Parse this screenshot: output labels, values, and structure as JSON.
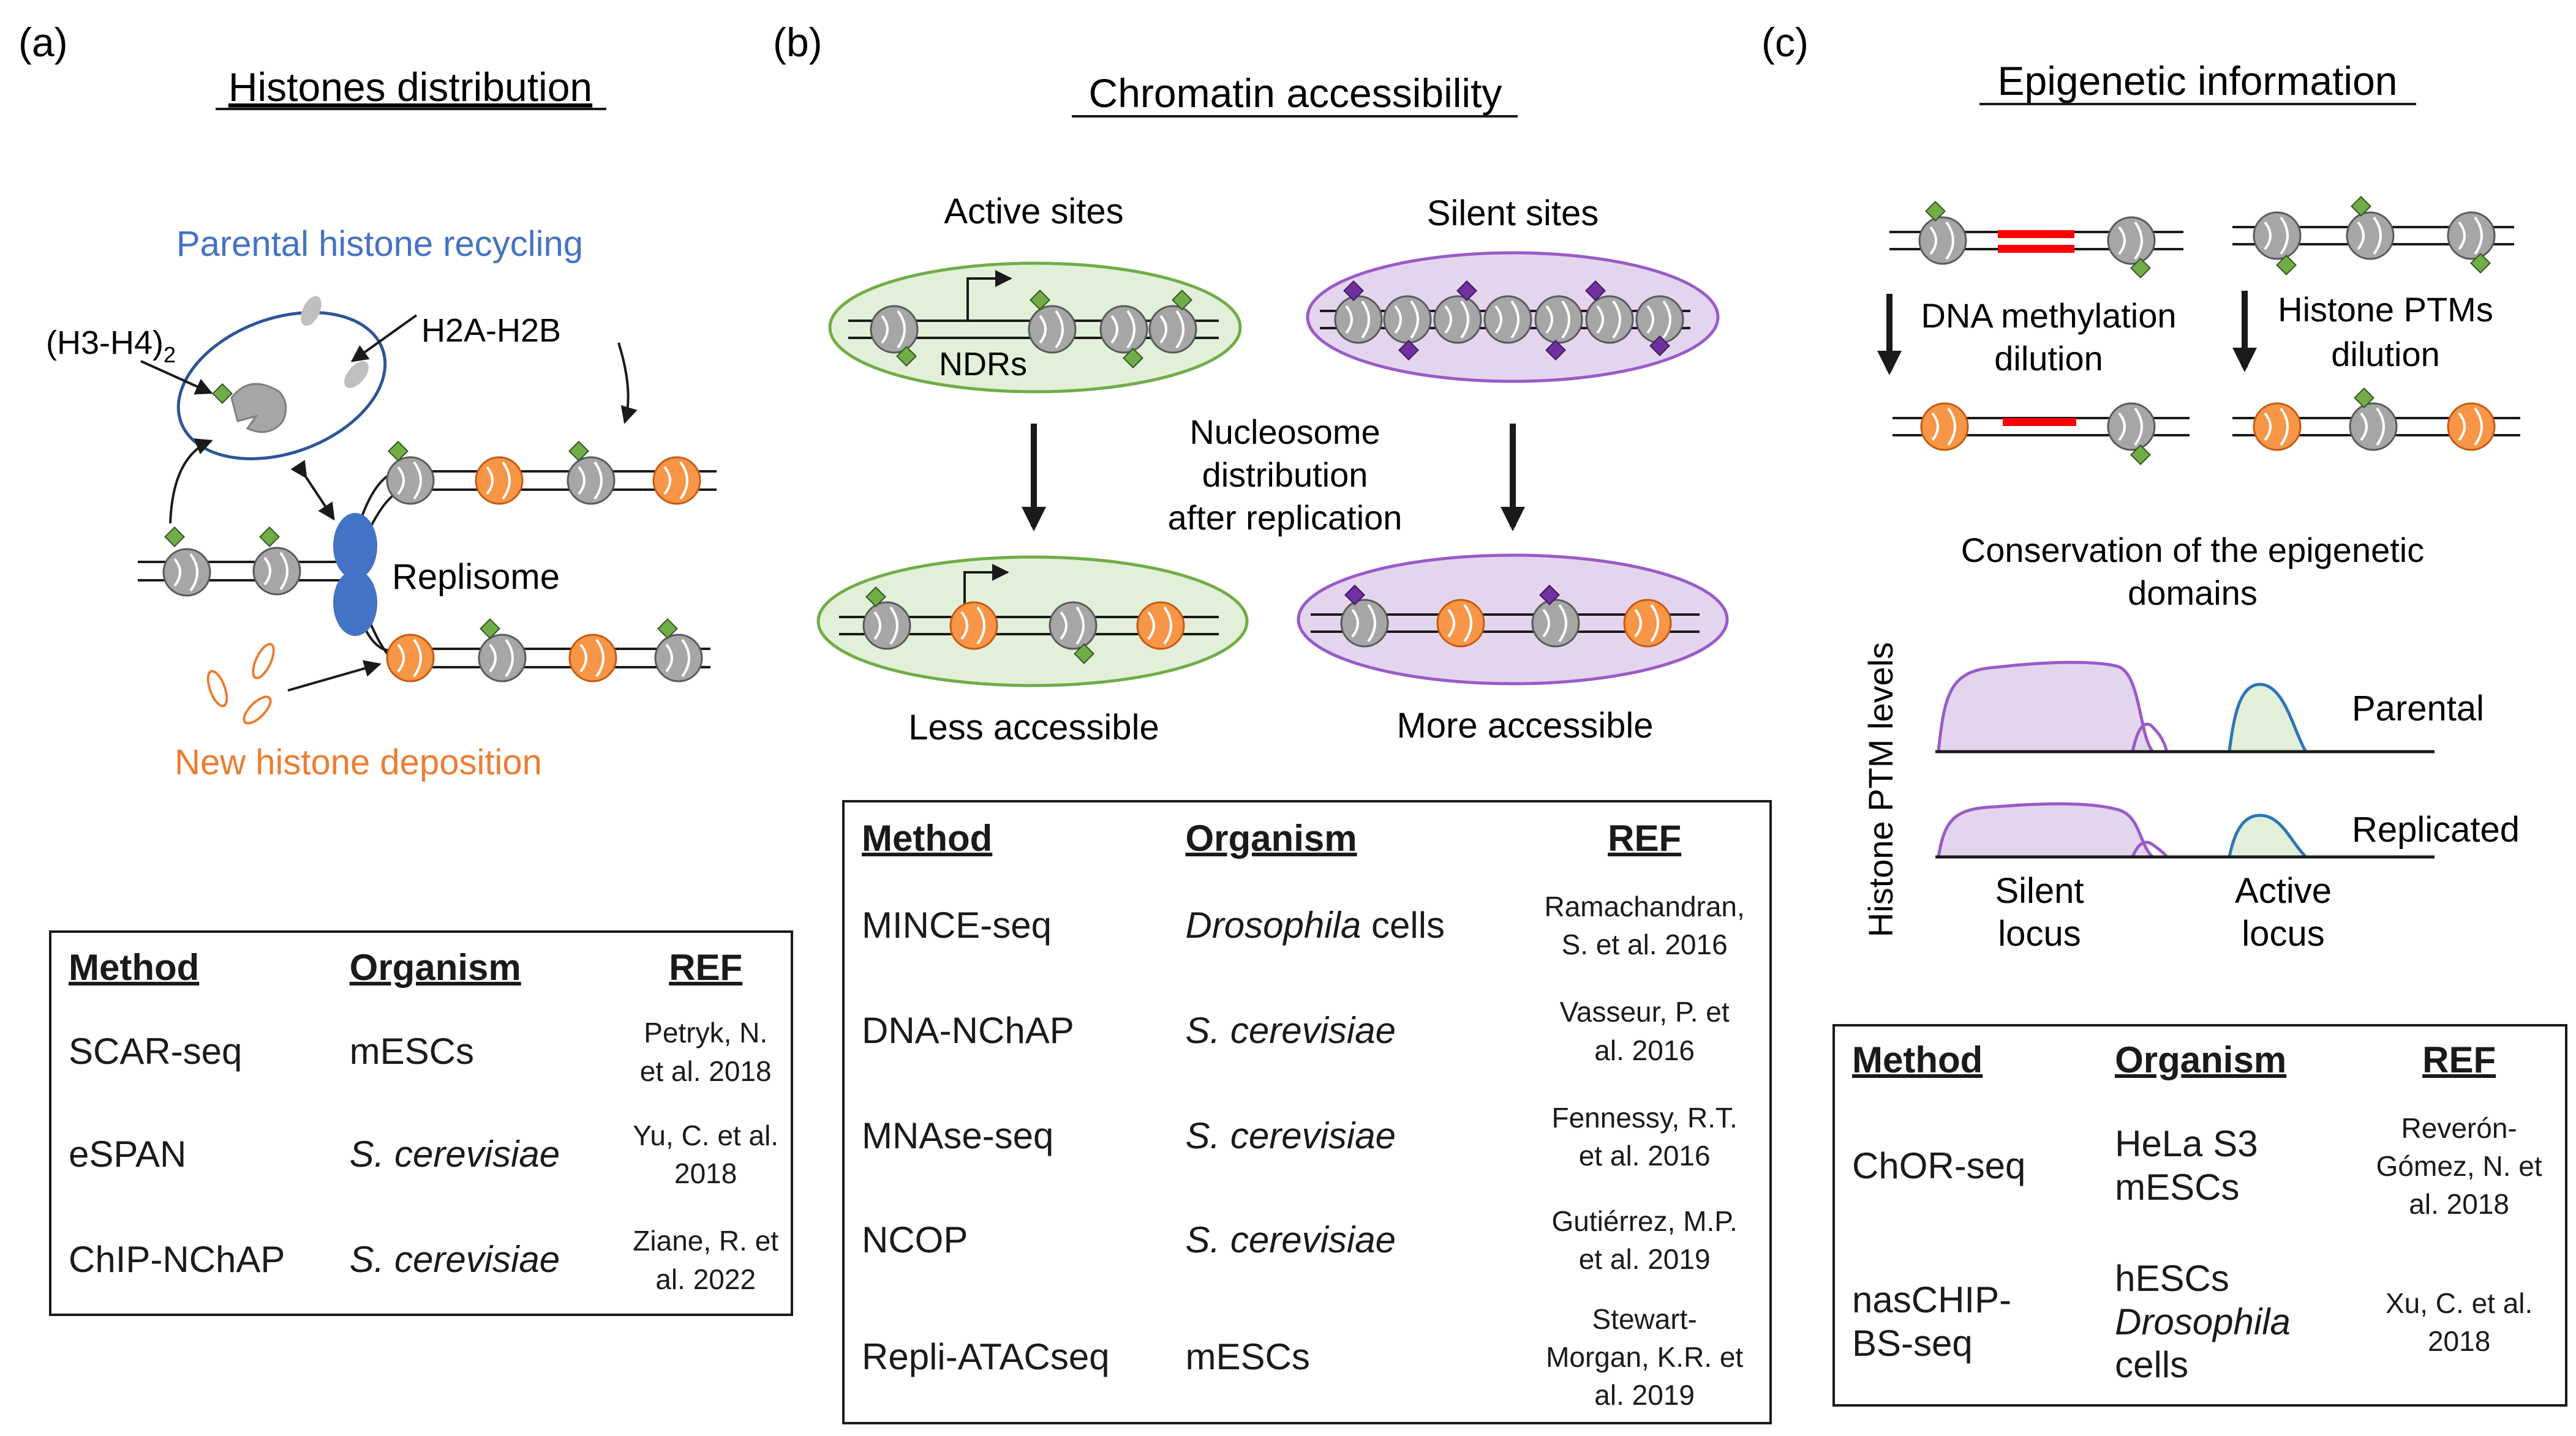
{
  "panels": {
    "a": {
      "letter": "(a)",
      "title": "Histones distribution",
      "labels": {
        "recycling": "Parental histone recycling",
        "h3h4": "(H3-H4)",
        "h3h4_sub": "2",
        "h2ah2b": "H2A-H2B",
        "replisome": "Replisome",
        "deposition": "New histone deposition"
      },
      "table": {
        "headers": [
          "Method",
          "Organism",
          "REF"
        ],
        "rows": [
          {
            "method": "SCAR-seq",
            "organism": "mESCs",
            "ref": [
              "Petryk, N.",
              "et al. 2018"
            ]
          },
          {
            "method": "eSPAN",
            "organism": "S. cerevisiae",
            "ref": [
              "Yu, C. et al.",
              "2018"
            ]
          },
          {
            "method": "ChIP-NChAP",
            "organism": "S. cerevisiae",
            "ref": [
              "Ziane, R. et",
              "al. 2022"
            ]
          }
        ]
      }
    },
    "b": {
      "letter": "(b)",
      "title": "Chromatin accessibility",
      "labels": {
        "active": "Active sites",
        "silent": "Silent sites",
        "ndrs": "NDRs",
        "nucleosome": [
          "Nucleosome",
          "distribution",
          "after replication"
        ],
        "less": "Less accessible",
        "more": "More accessible"
      },
      "table": {
        "headers": [
          "Method",
          "Organism",
          "REF"
        ],
        "rows": [
          {
            "method": "MINCE-seq",
            "organism_it": "Drosophila",
            "organism_rest": " cells",
            "ref": [
              "Ramachandran,",
              "S. et al. 2016"
            ]
          },
          {
            "method": "DNA-NChAP",
            "organism_it": "S. cerevisiae",
            "organism_rest": "",
            "ref": [
              "Vasseur, P. et",
              "al. 2016"
            ]
          },
          {
            "method": "MNAse-seq",
            "organism_it": "S. cerevisiae",
            "organism_rest": "",
            "ref": [
              "Fennessy, R.T.",
              "et al. 2016"
            ]
          },
          {
            "method": "NCOP",
            "organism_it": "S. cerevisiae",
            "organism_rest": "",
            "ref": [
              "Gutiérrez, M.P.",
              "et al. 2019"
            ]
          },
          {
            "method": "Repli-ATACseq",
            "organism_it": "",
            "organism_rest": "mESCs",
            "ref": [
              "Stewart-",
              "Morgan, K.R. et",
              "al. 2019"
            ]
          }
        ]
      }
    },
    "c": {
      "letter": "(c)",
      "title": "Epigenetic information",
      "labels": {
        "dna_meth": [
          "DNA methylation",
          "dilution"
        ],
        "ptm_dil": [
          "Histone PTMs",
          "dilution"
        ],
        "conservation": [
          "Conservation of the epigenetic",
          "domains"
        ],
        "yaxis": "Histone PTM levels",
        "parental": "Parental",
        "replicated": "Replicated",
        "silent_locus": [
          "Silent",
          "locus"
        ],
        "active_locus": [
          "Active",
          "locus"
        ]
      },
      "table": {
        "headers": [
          "Method",
          "Organism",
          "REF"
        ],
        "rows": [
          {
            "method": [
              "ChOR-seq"
            ],
            "organism": [
              "HeLa S3",
              "mESCs"
            ],
            "ref": [
              "Reverón-",
              "Gómez, N. et",
              "al. 2018"
            ]
          },
          {
            "method": [
              "nasCHIP-",
              "BS-seq"
            ],
            "organism": [
              "hESCs",
              "Drosophila",
              "cells"
            ],
            "ref": [
              "Xu, C. et al.",
              "2018"
            ]
          }
        ]
      }
    }
  },
  "colors": {
    "parental_nucleosome": "#a6a6a6",
    "new_nucleosome": "#f79646",
    "ptm_mark_green": "#70ad47",
    "ptm_mark_purple": "#7030a0",
    "replisome": "#4472c4",
    "recycling_text": "#4472c4",
    "deposition_text": "#ed7d31",
    "active_fill": "#e2efd9",
    "active_edge": "#70ad47",
    "silent_fill": "#e4d5ee",
    "silent_edge": "#9a5bc8",
    "methylation": "#ff0000"
  }
}
